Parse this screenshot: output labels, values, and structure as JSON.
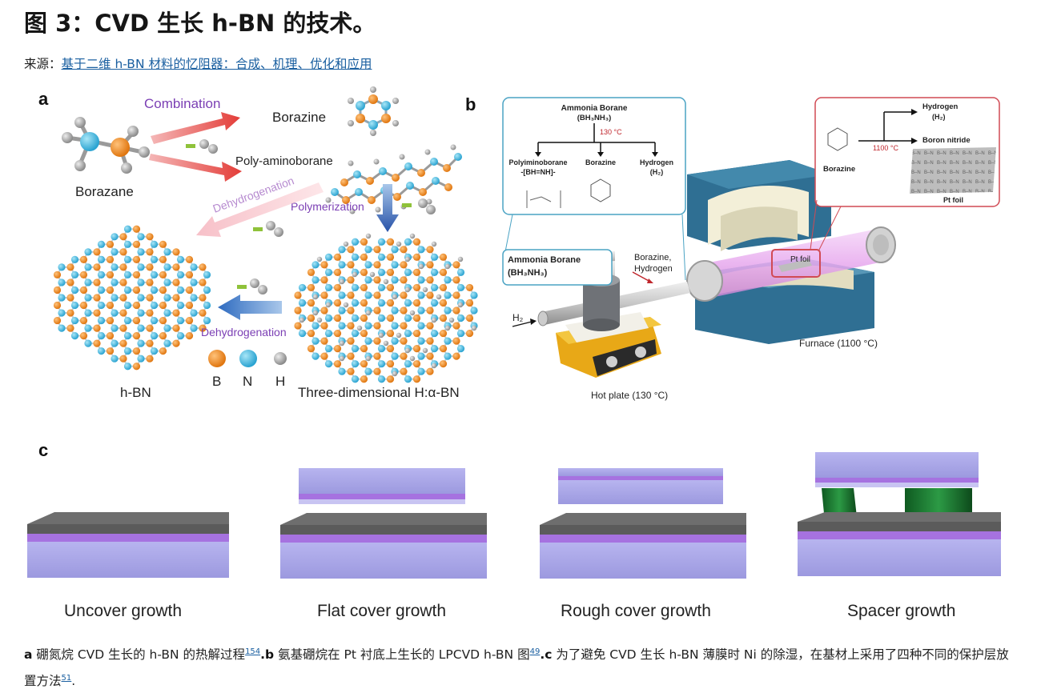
{
  "title": "图 3：CVD 生长 h-BN 的技术。",
  "source": {
    "prefix": "来源：",
    "link": "基于二维 h-BN 材料的忆阻器：合成、机理、优化和应用"
  },
  "panel_a": {
    "label": "a",
    "combination": "Combination",
    "borazine": "Borazine",
    "polyaminoborane": "Poly-aminoborane",
    "borazane": "Borazane",
    "dehydrogenation_top": "Dehydrogenation",
    "polymerization": "Polymerization",
    "dehydrogenation_bottom": "Dehydrogenation",
    "hbn": "h-BN",
    "three_d": "Three-dimensional H:α-BN",
    "legend": {
      "b": "B",
      "n": "N",
      "h": "H"
    },
    "colors": {
      "boron": "#e8841c",
      "nitrogen": "#3fb6df",
      "hydrogen": "#a6a6a6"
    }
  },
  "panel_b": {
    "label": "b",
    "ab_title": "Ammonia Borane",
    "ab_formula": "(BH₃NH₃)",
    "temp_130": "130 °C",
    "polyimino": "Polyiminoborane",
    "polyimino_formula": "-[BH=NH]-",
    "borazine": "Borazine",
    "hydrogen": "Hydrogen",
    "hydrogen_formula": "(H₂)",
    "right_hydrogen": "Hydrogen",
    "right_h2": "(H₂)",
    "boron_nitride": "Boron nitride",
    "temp_1100": "1100 °C",
    "right_borazine": "Borazine",
    "pt_foil": "Pt foil",
    "ab_box_title": "Ammonia Borane",
    "ab_box_formula": "(BH₃NH₃)",
    "borazine_hydrogen": "Borazine,",
    "hydrogen2": "Hydrogen",
    "pt_foil_tube": "Pt foil",
    "h2_in": "H₂",
    "furnace": "Furnace (1100 °C)",
    "hot_plate": "Hot plate (130 °C)"
  },
  "panel_c": {
    "label": "c",
    "items": [
      "Uncover growth",
      "Flat cover growth",
      "Rough cover growth",
      "Spacer growth"
    ]
  },
  "caption": {
    "a_label": "a",
    "a_text": " 硼氮烷 CVD 生长的 h-BN 的热解过程",
    "a_ref": "154",
    "b_label": ".b",
    "b_text": " 氨基硼烷在 Pt 衬底上生长的 LPCVD h-BN 图",
    "b_ref": "49",
    "c_label": ".c",
    "c_text": " 为了避免 CVD 生长 h-BN 薄膜时 Ni 的除湿，在基材上采用了四种不同的保护层放置方法",
    "c_ref": "51",
    "end": "."
  }
}
